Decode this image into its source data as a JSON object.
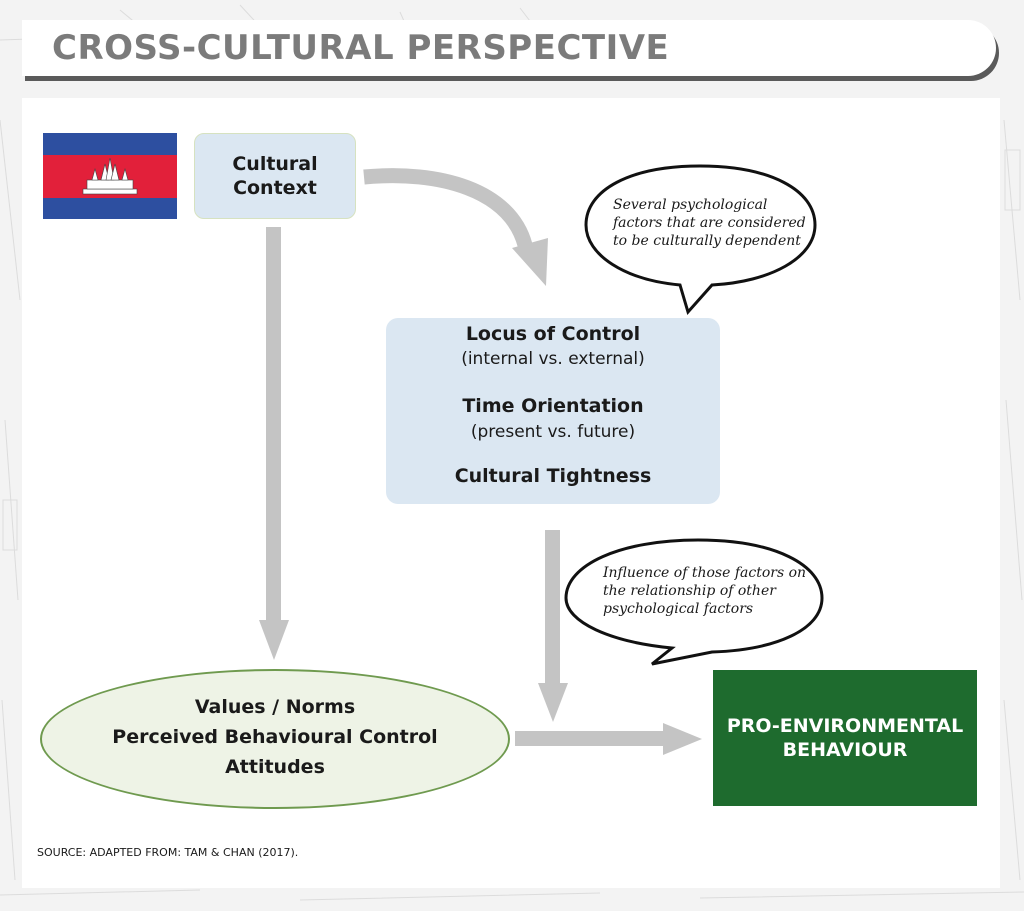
{
  "header": {
    "title": "CROSS-CULTURAL PERSPECTIVE"
  },
  "colors": {
    "node_fill": "#dbe7f2",
    "ellipse_fill": "#eef3e6",
    "ellipse_border": "#6f9a4f",
    "outcome_fill": "#1e6b2e",
    "arrow": "#c4c4c4",
    "title_text": "#7b7b7b"
  },
  "flag": {
    "icon": "cambodia-flag-icon"
  },
  "nodes": {
    "cultural_context": {
      "line1": "Cultural",
      "line2": "Context"
    },
    "factors": {
      "locus_title": "Locus of Control",
      "locus_sub": "(internal vs. external)",
      "time_title": "Time Orientation",
      "time_sub": "(present vs. future)",
      "tightness_title": "Cultural Tightness"
    },
    "psych": {
      "line1": "Values / Norms",
      "line2": "Perceived Behavioural Control",
      "line3": "Attitudes"
    },
    "outcome": {
      "line1": "PRO-ENVIRONMENTAL",
      "line2": "BEHAVIOUR"
    }
  },
  "bubbles": {
    "upper": {
      "line1": "Several psychological",
      "line2": "factors that are considered",
      "line3": "to be culturally dependent"
    },
    "lower": {
      "line1": "Influence of those factors on",
      "line2": "the relationship of other",
      "line3": "psychological factors"
    }
  },
  "footer": {
    "source": "SOURCE: ADAPTED FROM: TAM & CHAN (2017)."
  }
}
